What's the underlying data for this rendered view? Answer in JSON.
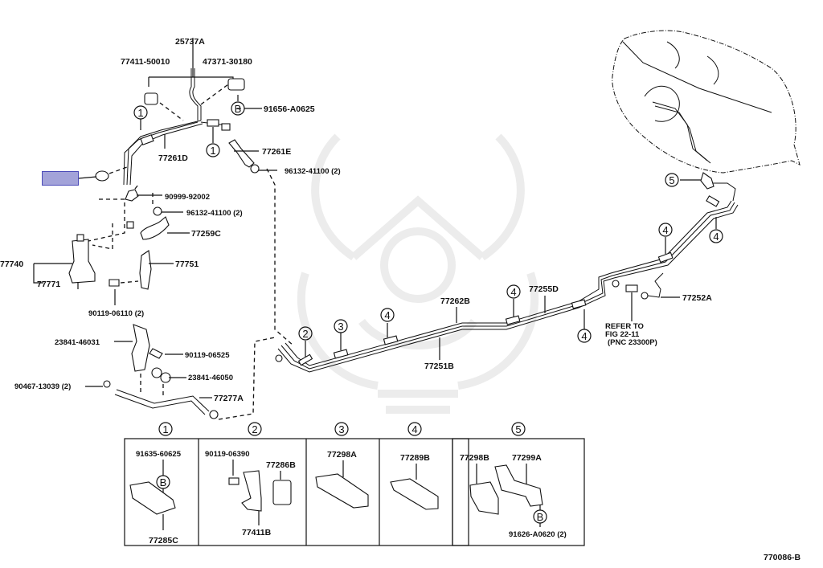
{
  "figure_id": "770086-B",
  "highlight": {
    "color": "#a3a3d9",
    "border": "#4a4ab8"
  },
  "callouts": {
    "c1": "1",
    "c2": "2",
    "c3": "3",
    "c4": "4",
    "c5": "5",
    "cB": "B"
  },
  "labels": {
    "p25737A": "25737A",
    "p77411_50010": "77411-50010",
    "p47371_30180": "47371-30180",
    "p91656_A0625": "91656-A0625",
    "p77261D": "77261D",
    "p77261E": "77261E",
    "p96132_41100_top": "96132-41100 (2)",
    "p90999_92002": "90999-92002",
    "p96132_41100_mid": "96132-41100 (2)",
    "p77259C": "77259C",
    "p77740": "77740",
    "p77771": "77771",
    "p77751": "77751",
    "p90119_06110": "90119-06110 (2)",
    "p23841_46031": "23841-46031",
    "p90119_06525": "90119-06525",
    "p23841_46050": "23841-46050",
    "p90467_13039": "90467-13039 (2)",
    "p77277A": "77277A",
    "p77262B": "77262B",
    "p77251B": "77251B",
    "p77255D": "77255D",
    "p77252A": "77252A",
    "refer1": "REFER TO",
    "refer2": "FIG 22-11",
    "refer3": "(PNC 23300P)"
  },
  "detail_boxes": [
    {
      "callout": "1",
      "parts": [
        "91635-60625",
        "77285C"
      ],
      "fastener": "B"
    },
    {
      "callout": "2",
      "parts": [
        "90119-06390",
        "77286B",
        "77411B"
      ]
    },
    {
      "callout": "3",
      "parts": [
        "77298A"
      ]
    },
    {
      "callout": "4",
      "parts": [
        "77289B"
      ]
    },
    {
      "callout": "5",
      "parts": [
        "77298B",
        "77299A",
        "91626-A0620 (2)"
      ],
      "fastener": "B"
    }
  ]
}
